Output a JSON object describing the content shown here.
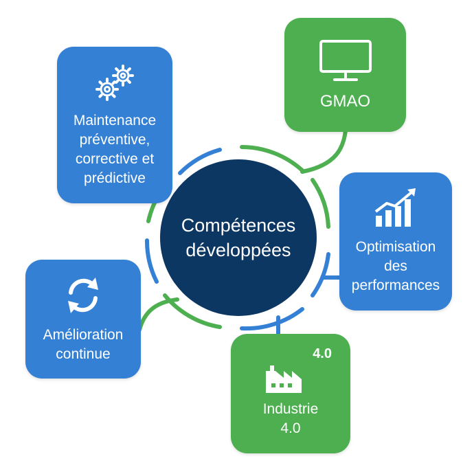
{
  "center": {
    "label": "Compétences\ndéveloppées"
  },
  "cards": {
    "maintenance": {
      "label": "Maintenance\npréventive,\ncorrective et\nprédictive",
      "icon": "gears-icon"
    },
    "gmao": {
      "label": "GMAO",
      "icon": "monitor-icon"
    },
    "optimisation": {
      "label": "Optimisation\ndes\nperformances",
      "icon": "growth-chart-icon"
    },
    "amelioration": {
      "label": "Amélioration\ncontinue",
      "icon": "refresh-icon"
    },
    "industrie": {
      "label": "Industrie\n4.0",
      "tag": "4.0",
      "icon": "factory-icon"
    }
  },
  "colors": {
    "blue": "#3480d4",
    "green": "#4daf4f",
    "navy": "#0d3763"
  }
}
